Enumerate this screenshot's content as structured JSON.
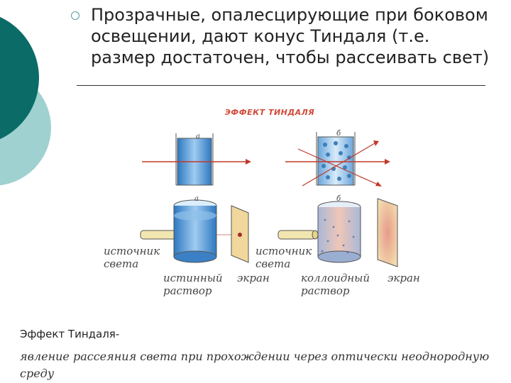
{
  "bullet": {
    "text": "Прозрачные, опалесцирующие при боковом освещении, дают конус Тиндаля (т.е. размер достаточен, чтобы рассеивать свет)"
  },
  "figure": {
    "title": "ЭФФЕКТ ТИНДАЛЯ",
    "marker_a_top": "а",
    "marker_b_top": "б",
    "marker_a_bottom": "а",
    "marker_b_bottom": "б",
    "left_source_label": "источник света",
    "left_solution_label": "истинный раствор",
    "left_screen_label": "экран",
    "right_source_label": "источник света",
    "right_solution_label": "коллоидный раствор",
    "right_screen_label": "экран"
  },
  "caption": {
    "heading": "Эффект Тиндаля-",
    "body": "явление рассеяния света при прохождении через оптически неоднородную среду"
  },
  "colors": {
    "deco_dark": "#0b6b67",
    "deco_light": "#9fd1d0",
    "liquid_blue": "#4f9ad6",
    "beam_red": "#c0392b",
    "screen_yellow": "#e8c58a"
  }
}
